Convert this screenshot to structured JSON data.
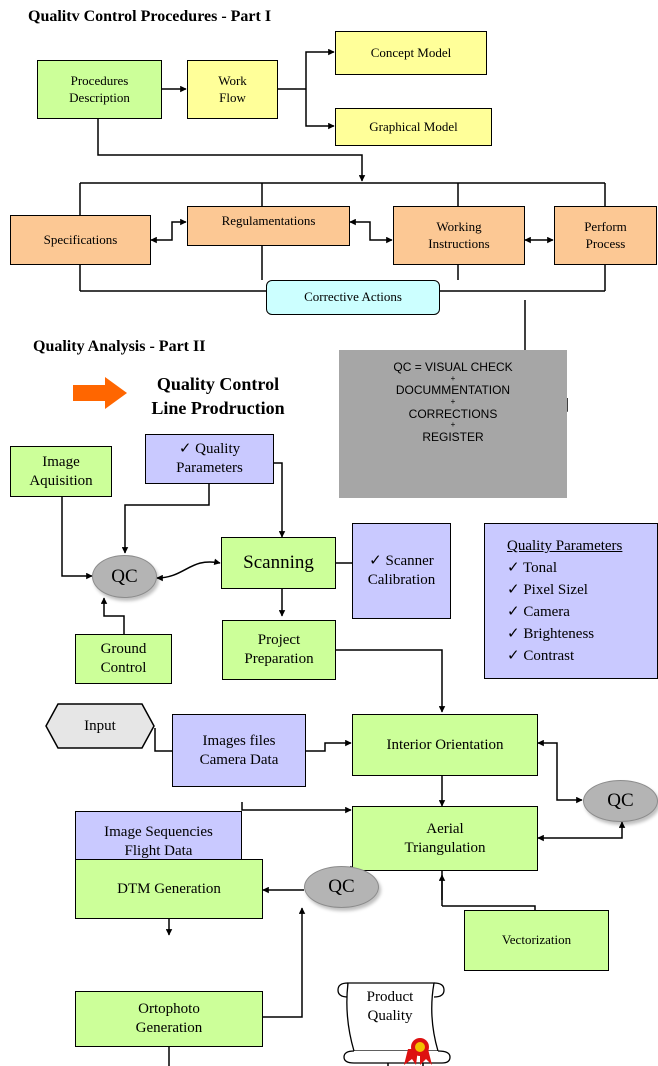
{
  "part1": {
    "title": "Qualitv Control Procedures - Part I",
    "procedures_description": [
      "Procedures",
      "Description"
    ],
    "work_flow": [
      "Work",
      "Flow"
    ],
    "concept_model": "Concept  Model",
    "graphical_model": "Graphical Model",
    "specifications": "Specifications",
    "regulamentations": "Regulamentations",
    "working_instructions": [
      "Working",
      "Instructions"
    ],
    "perform_process": [
      "Perform",
      "Process"
    ],
    "corrective_actions": "Corrective Actions"
  },
  "part2": {
    "title": "Quality Analysis - Part II",
    "banner": [
      "Quality Control",
      "Line Prodruction"
    ],
    "qc_definition": [
      "QC = VISUAL CHECK",
      "+",
      "DOCUMMENTATION",
      "+",
      "CORRECTIONS",
      "+",
      "REGISTER"
    ],
    "image_aquisition": [
      "Image",
      "Aquisition"
    ],
    "quality_parameters": [
      "✓ Quality",
      "Parameters"
    ],
    "qc_label": "QC",
    "scanning": "Scanning",
    "scanner_calibration": [
      "✓ Scanner",
      "Calibration"
    ],
    "quality_parameters_list": {
      "title": "Quality Parameters",
      "items": [
        "✓ Tonal",
        "✓ Pixel Sizel",
        "✓ Camera",
        "✓ Brighteness",
        "✓ Contrast"
      ]
    },
    "ground_control": [
      "Ground",
      "Control"
    ],
    "project_preparation": [
      "Project",
      "Preparation"
    ],
    "input": "Input",
    "images_files": [
      "Images files",
      "Camera Data"
    ],
    "interior_orientation": "Interior Orientation",
    "image_sequencies": [
      "Image Sequencies",
      "Flight Data"
    ],
    "aerial_triangulation": [
      "Aerial",
      "Triangulation"
    ],
    "dtm_generation": "DTM Generation",
    "vectorization": "Vectorization",
    "ortophoto_generation": [
      "Ortophoto",
      "Generation"
    ],
    "product_quality": [
      "Product",
      "Quality"
    ]
  },
  "colors": {
    "yellow": "#ffff99",
    "green": "#ccff99",
    "orange": "#fcc894",
    "cyan": "#ccffff",
    "purple": "#c9c9ff",
    "qc_gray": "#b4b4b4",
    "definition_gray": "#a6a6a6",
    "arrow_orange": "#ff6600",
    "seal_red": "#dd1111"
  }
}
